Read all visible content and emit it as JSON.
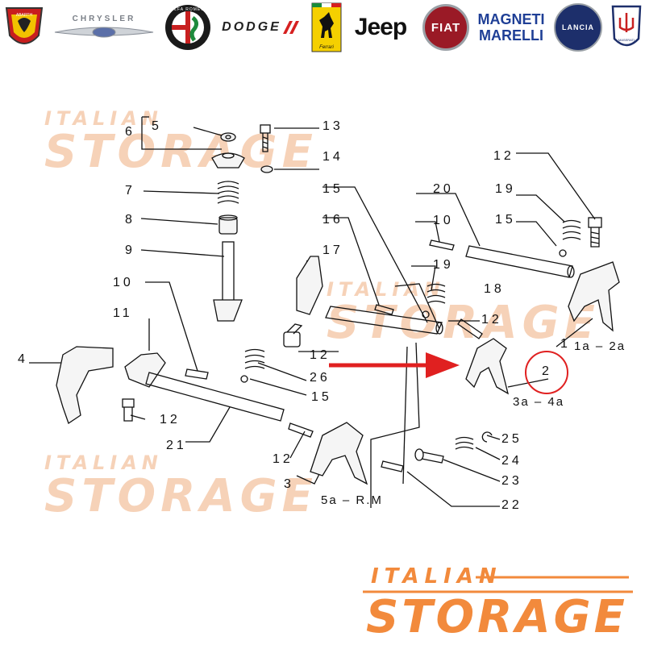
{
  "brands": {
    "abarth": "ABARTH",
    "chrysler": "CHRYSLER",
    "alfa_romeo": "ALFA ROMEO",
    "dodge": "DODGE",
    "ferrari": "Ferrari",
    "jeep": "Jeep",
    "fiat": "FIAT",
    "magneti_marelli_1": "MAGNETI",
    "magneti_marelli_2": "MARELLI",
    "lancia": "LANCIA",
    "maserati": "MASERATI"
  },
  "watermark": {
    "line1": "ITALIAN",
    "line2": "STORAGE"
  },
  "brand_logo": {
    "line1": "ITALIAN",
    "line2": "STORAGE"
  },
  "callouts": {
    "c1": "1",
    "c2": "2",
    "c3": "3",
    "c4": "4",
    "c5": "5",
    "c6": "6",
    "c7": "7",
    "c8": "8",
    "c9": "9",
    "c10a": "10",
    "c10b": "10",
    "c11": "11",
    "c12a": "12",
    "c12b": "12",
    "c12c": "12",
    "c12d": "12",
    "c12e": "12",
    "c13": "13",
    "c14": "14",
    "c15a": "15",
    "c15b": "15",
    "c15c": "15",
    "c16": "16",
    "c17": "17",
    "c18": "18",
    "c19a": "19",
    "c19b": "19",
    "c20": "20",
    "c21": "21",
    "c22": "22",
    "c23": "23",
    "c24": "24",
    "c25": "25",
    "c26": "26"
  },
  "gear_labels": {
    "g12": "1a – 2a",
    "g34": "3a – 4a",
    "g5r": "5a – R.M"
  },
  "highlight": {
    "number": "2",
    "color": "#e02020"
  },
  "colors": {
    "accent": "#f28a3c",
    "watermark": "#f6d2b8",
    "arrow": "#e02020"
  }
}
